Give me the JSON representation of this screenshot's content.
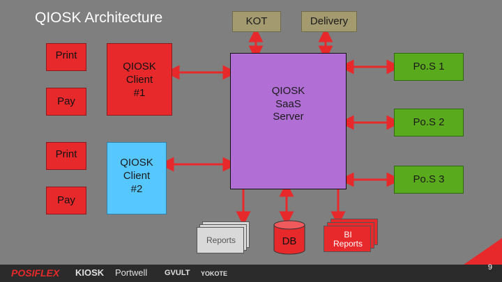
{
  "title": "QIOSK Architecture",
  "nodes": {
    "kot": "KOT",
    "delivery": "Delivery",
    "client1_print": "Print",
    "client1_pay": "Pay",
    "client1": "QIOSK\nClient\n#1",
    "client2_print": "Print",
    "client2_pay": "Pay",
    "client2": "QIOSK\nClient\n#2",
    "server": "QIOSK\nSaaS\nServer",
    "pos1": "Po.S 1",
    "pos2": "Po.S 2",
    "pos3": "Po.S 3",
    "reports": "Reports",
    "db": "DB",
    "bi_reports": "BI\nReports"
  },
  "footer": {
    "logos": [
      "POSIFLEX",
      "KIOSK",
      "Portwell",
      "GVULT",
      "YOKOTE"
    ],
    "page_number": "9"
  },
  "colors": {
    "background": "#7f7f7f",
    "kot_delivery": "#a39a70",
    "peripherals": "#e8292b",
    "clients": "#57c7ff",
    "server": "#b16fd6",
    "pos": "#5aaa1e",
    "arrows": "#e8292b"
  }
}
